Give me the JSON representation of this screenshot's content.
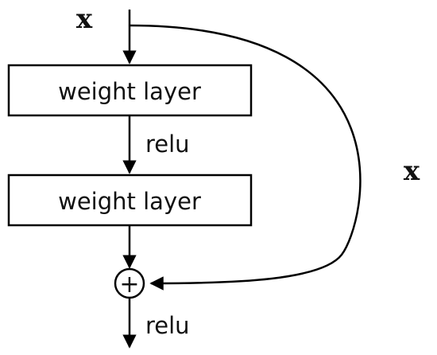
{
  "input_label": "x",
  "identity_label": "x",
  "layers": [
    {
      "label": "weight layer"
    },
    {
      "label": "weight layer"
    }
  ],
  "activations": [
    {
      "label": "relu"
    },
    {
      "label": "relu"
    }
  ],
  "add_symbol": "+",
  "colors": {
    "stroke": "#000000",
    "background": "#ffffff",
    "text": "#111111"
  }
}
